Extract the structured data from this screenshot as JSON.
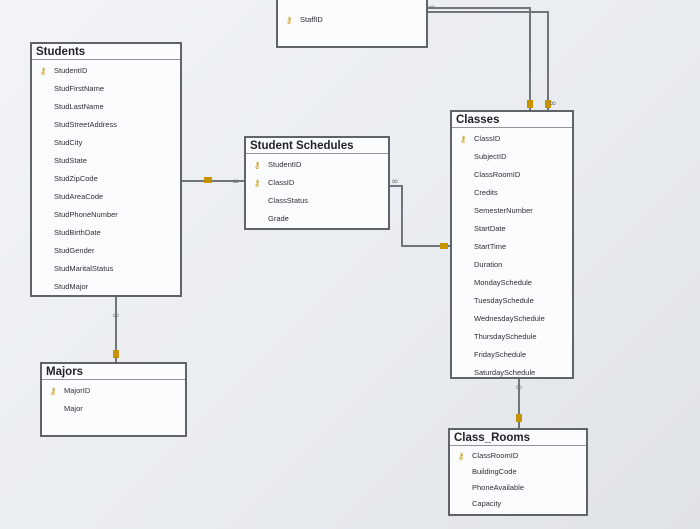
{
  "tables": {
    "staff_partial": {
      "rows": [
        {
          "label": "StaffID",
          "key": true
        }
      ]
    },
    "students": {
      "title": "Students",
      "rows": [
        {
          "label": "StudentID",
          "key": true
        },
        {
          "label": "StudFirstName",
          "key": false
        },
        {
          "label": "StudLastName",
          "key": false
        },
        {
          "label": "StudStreetAddress",
          "key": false
        },
        {
          "label": "StudCity",
          "key": false
        },
        {
          "label": "StudState",
          "key": false
        },
        {
          "label": "StudZipCode",
          "key": false
        },
        {
          "label": "StudAreaCode",
          "key": false
        },
        {
          "label": "StudPhoneNumber",
          "key": false
        },
        {
          "label": "StudBirthDate",
          "key": false
        },
        {
          "label": "StudGender",
          "key": false
        },
        {
          "label": "StudMaritalStatus",
          "key": false
        },
        {
          "label": "StudMajor",
          "key": false
        }
      ]
    },
    "student_schedules": {
      "title": "Student Schedules",
      "rows": [
        {
          "label": "StudentID",
          "key": true
        },
        {
          "label": "ClassID",
          "key": true
        },
        {
          "label": "ClassStatus",
          "key": false
        },
        {
          "label": "Grade",
          "key": false
        }
      ]
    },
    "classes": {
      "title": "Classes",
      "rows": [
        {
          "label": "ClassID",
          "key": true
        },
        {
          "label": "SubjectID",
          "key": false
        },
        {
          "label": "ClassRoomID",
          "key": false
        },
        {
          "label": "Credits",
          "key": false
        },
        {
          "label": "SemesterNumber",
          "key": false
        },
        {
          "label": "StartDate",
          "key": false
        },
        {
          "label": "StartTime",
          "key": false
        },
        {
          "label": "Duration",
          "key": false
        },
        {
          "label": "MondaySchedule",
          "key": false
        },
        {
          "label": "TuesdaySchedule",
          "key": false
        },
        {
          "label": "WednesdaySchedule",
          "key": false
        },
        {
          "label": "ThursdaySchedule",
          "key": false
        },
        {
          "label": "FridaySchedule",
          "key": false
        },
        {
          "label": "SaturdaySchedule",
          "key": false
        }
      ]
    },
    "majors": {
      "title": "Majors",
      "rows": [
        {
          "label": "MajorID",
          "key": true
        },
        {
          "label": "Major",
          "key": false
        }
      ]
    },
    "class_rooms": {
      "title": "Class_Rooms",
      "rows": [
        {
          "label": "ClassRoomID",
          "key": true
        },
        {
          "label": "BuildingCode",
          "key": false
        },
        {
          "label": "PhoneAvailable",
          "key": false
        },
        {
          "label": "Capacity",
          "key": false
        }
      ]
    }
  },
  "relationships": [
    {
      "name": "students-to-student-schedules",
      "one_side": "Students",
      "many_side": "Student Schedules"
    },
    {
      "name": "classes-to-student-schedules",
      "one_side": "Classes",
      "many_side": "Student Schedules"
    },
    {
      "name": "majors-to-students",
      "one_side": "Majors",
      "many_side": "Students"
    },
    {
      "name": "class-rooms-to-classes",
      "one_side": "Class_Rooms",
      "many_side": "Classes"
    },
    {
      "name": "staff-to-classes",
      "one_side": "Staff",
      "many_side": "Classes"
    }
  ],
  "colors": {
    "key": "#c69200",
    "table_border": "#5e6469",
    "connector": "#6f757a"
  }
}
